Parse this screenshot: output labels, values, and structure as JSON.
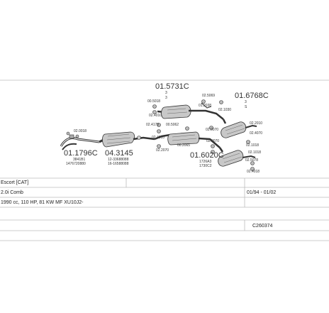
{
  "diagram": {
    "part_numbers": {
      "front_pipe": "01.1796C",
      "catalyst": "04.3145",
      "middle_silencer": "01.5731C",
      "rear_silencer_upper": "01.6768C",
      "rear_silencer_lower": "01.6020C"
    },
    "part_numbers_sub": {
      "front_pipe_a": "3841B1",
      "front_pipe_b": "1476720880",
      "catalyst_a": "12-33688088",
      "catalyst_b": "16-16588088",
      "lower_a": "1726A3",
      "lower_b": "1730C2",
      "upper_a": "3",
      "upper_b": "S",
      "mid_a": "3",
      "mid_b": "3"
    },
    "fitting_numbers": {
      "f1": "02.0018",
      "f2": "00.5018",
      "f3": "02.5069",
      "f4": "01.2038",
      "f5": "02.4010",
      "f6": "02.1030",
      "f7": "02.4178",
      "f8": "00.5062",
      "f9": "02.4010",
      "f10": "02.0070",
      "f11": "02.2070",
      "f12": "02.0070",
      "f13": "00.2065",
      "f14": "02.2010",
      "f15": "02.4070",
      "f16": "02.1018",
      "f17": "02.1018",
      "f18": "02.5078",
      "f19": "02.4018"
    }
  },
  "table": {
    "row1": {
      "label": "Escort  [CAT]",
      "dates": ""
    },
    "row2": {
      "label": "2.0i Comb",
      "dates": "01/94 - 01/02"
    },
    "row3": {
      "label": "1990 cc, 110 HP, 81 KW MF XU10J2-",
      "dates": ""
    },
    "row4": {
      "label": "",
      "dates": ""
    },
    "row5": {
      "label": "",
      "dates": "C260374"
    }
  }
}
